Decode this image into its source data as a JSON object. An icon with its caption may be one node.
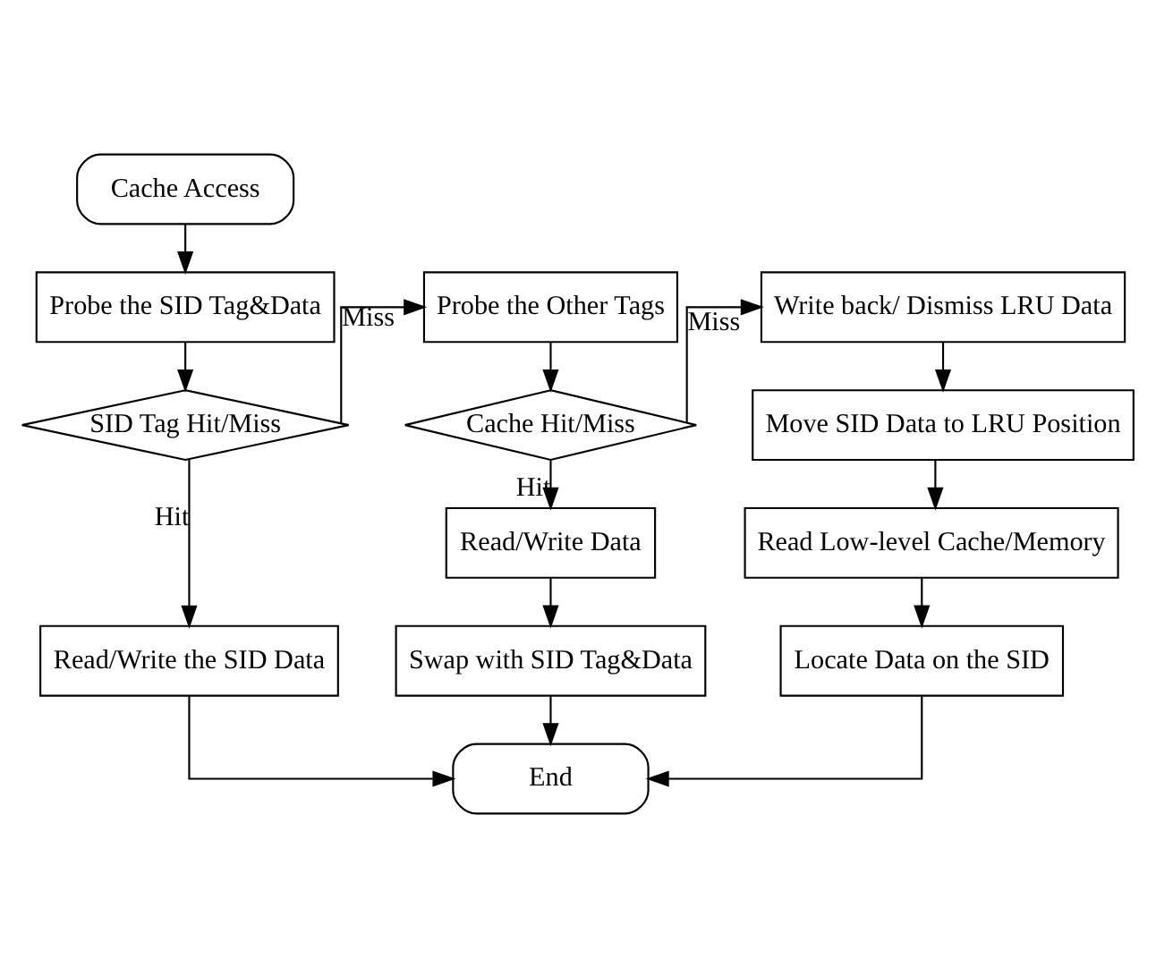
{
  "diagram": {
    "nodes": [
      {
        "text": [
          "Cache Access"
        ]
      },
      {
        "text": [
          "Probe the SID Tag&Data"
        ]
      },
      {
        "text": [
          "SID Tag Hit/Miss"
        ]
      },
      {
        "text": [
          "Read/Write the SID Data"
        ]
      },
      {
        "text": [
          "End"
        ]
      },
      {
        "text": [
          "Probe the Other Tags"
        ]
      },
      {
        "text": [
          "Cache Hit/Miss"
        ]
      },
      {
        "text": [
          "Read/Write Data"
        ]
      },
      {
        "text": [
          "Swap with SID Tag&Data"
        ]
      },
      {
        "text": [
          "Write back/ Dismiss LRU Data"
        ]
      },
      {
        "text": [
          "Move SID Data to LRU Position"
        ]
      },
      {
        "text": [
          "Read Low-level Cache/Memory"
        ]
      },
      {
        "text": [
          "Locate Data on the SID"
        ]
      }
    ],
    "edges": [
      {
        "from": 0,
        "to": 1,
        "arrow": "to"
      },
      {
        "from": 1,
        "to": 2,
        "arrow": "to"
      },
      {
        "from": 2,
        "to": 5,
        "arrow": "to",
        "label": "Miss"
      },
      {
        "from": 2,
        "to": 3,
        "arrow": "to",
        "label": "Hit"
      },
      {
        "from": 3,
        "to": 4,
        "arrow": "to"
      },
      {
        "from": 5,
        "to": 6,
        "arrow": "to"
      },
      {
        "from": 6,
        "to": 9,
        "arrow": "to",
        "label": "Miss"
      },
      {
        "from": 6,
        "to": 7,
        "arrow": "to",
        "label": "Hit"
      },
      {
        "from": 7,
        "to": 8,
        "arrow": "to"
      },
      {
        "from": 8,
        "to": 4,
        "arrow": "to"
      },
      {
        "from": 9,
        "to": 10,
        "arrow": "to"
      },
      {
        "from": 10,
        "to": 11,
        "arrow": "to"
      },
      {
        "from": 11,
        "to": 12,
        "arrow": "to"
      },
      {
        "from": 12,
        "to": 4,
        "arrow": "to"
      }
    ]
  }
}
